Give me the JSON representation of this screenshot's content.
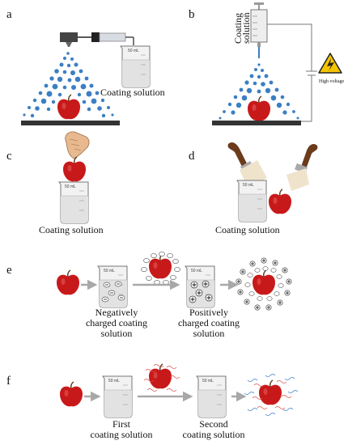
{
  "panels": {
    "a": {
      "letter": "a",
      "caption": "Coating solution"
    },
    "b": {
      "letter": "b",
      "syringe_label_1": "Coating",
      "syringe_label_2": "solution",
      "voltage_label": "High voltage"
    },
    "c": {
      "letter": "c",
      "caption": "Coating solution"
    },
    "d": {
      "letter": "d",
      "caption": "Coating solution"
    },
    "e": {
      "letter": "e",
      "caption_1": [
        "Negatively",
        "charged coating",
        "solution"
      ],
      "caption_2": [
        "Positively",
        "charged coating",
        "solution"
      ]
    },
    "f": {
      "letter": "f",
      "caption_1": [
        "First",
        "coating solution"
      ],
      "caption_2": [
        "Second",
        "coating solution"
      ]
    }
  },
  "beaker_mark": "50 mL",
  "colors": {
    "apple": "#c8191a",
    "droplet": "#3b7fc4",
    "platform": "#333333",
    "arrow": "#a8a8a8",
    "voltage_sign": "#f5c400"
  }
}
